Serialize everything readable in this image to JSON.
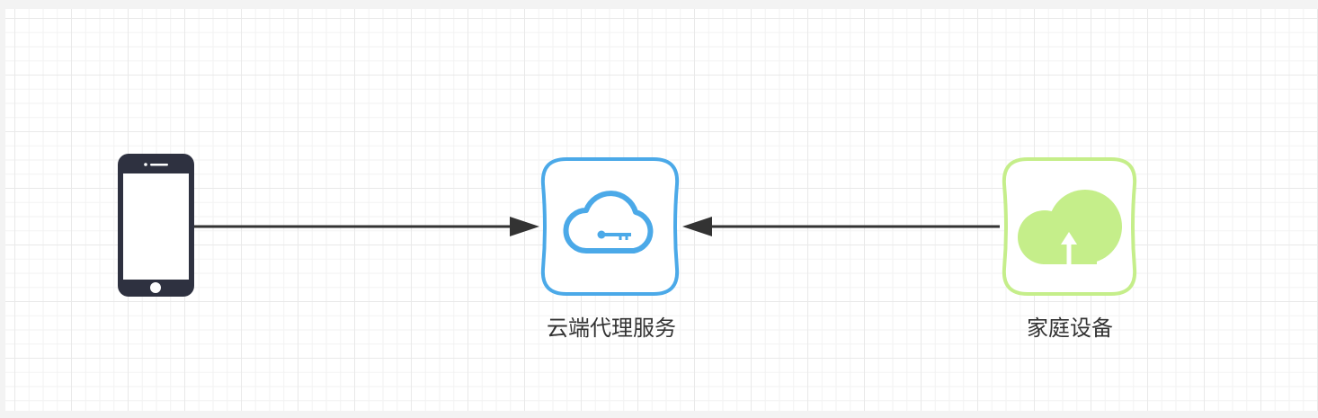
{
  "colors": {
    "phone": "#2e3140",
    "cloud_service": "#4ba9e8",
    "home_device": "#c5ee8a",
    "edge": "#333333"
  },
  "nodes": {
    "phone": {
      "icon": "smartphone-icon",
      "label": ""
    },
    "cloud_service": {
      "icon": "cloud-key-icon",
      "label": "云端代理服务"
    },
    "home_device": {
      "icon": "cloud-upload-icon",
      "label": "家庭设备"
    }
  },
  "edges": [
    {
      "from": "phone",
      "to": "cloud_service"
    },
    {
      "from": "home_device",
      "to": "cloud_service"
    }
  ]
}
